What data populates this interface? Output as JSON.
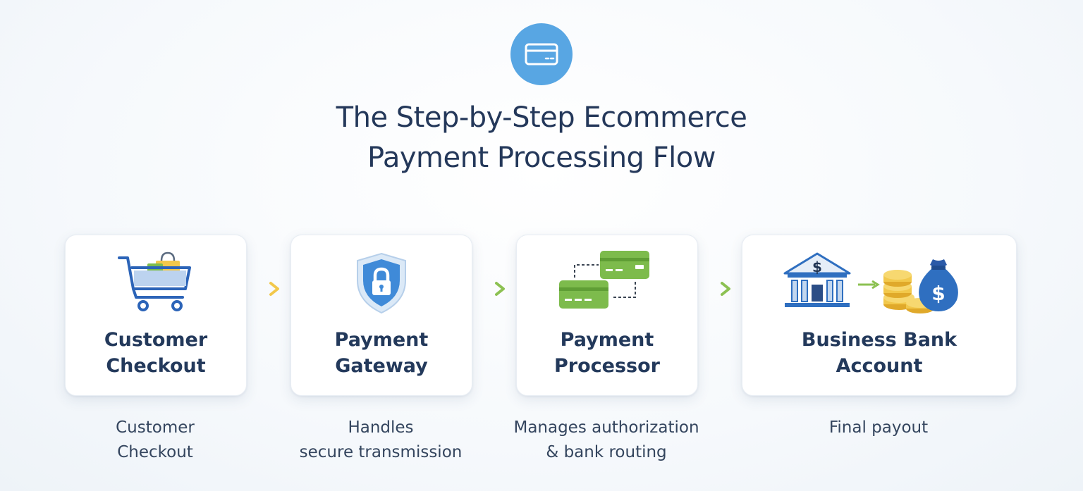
{
  "header": {
    "icon": "credit-card-icon",
    "title_line1": "The Step-by-Step Ecommerce",
    "title_line2": "Payment Processing Flow"
  },
  "steps": [
    {
      "icon": "shopping-cart-icon",
      "title_line1": "Customer",
      "title_line2": "Checkout",
      "desc_line1": "Customer",
      "desc_line2": "Checkout"
    },
    {
      "icon": "shield-lock-icon",
      "title_line1": "Payment",
      "title_line2": "Gateway",
      "desc_line1": "Handles",
      "desc_line2": "secure transmission"
    },
    {
      "icon": "card-transfer-icon",
      "title_line1": "Payment",
      "title_line2": "Processor",
      "desc_line1": "Manages authorization",
      "desc_line2": "& bank routing"
    },
    {
      "icon": "bank-money-icon",
      "title_line1": "Business Bank",
      "title_line2": "Account",
      "desc_line1": "Final payout",
      "desc_line2": ""
    }
  ],
  "colors": {
    "accent_blue": "#58a6e3",
    "arrow_yellow": "#f2c84b",
    "arrow_green": "#8cc152",
    "title_navy": "#24385a"
  }
}
